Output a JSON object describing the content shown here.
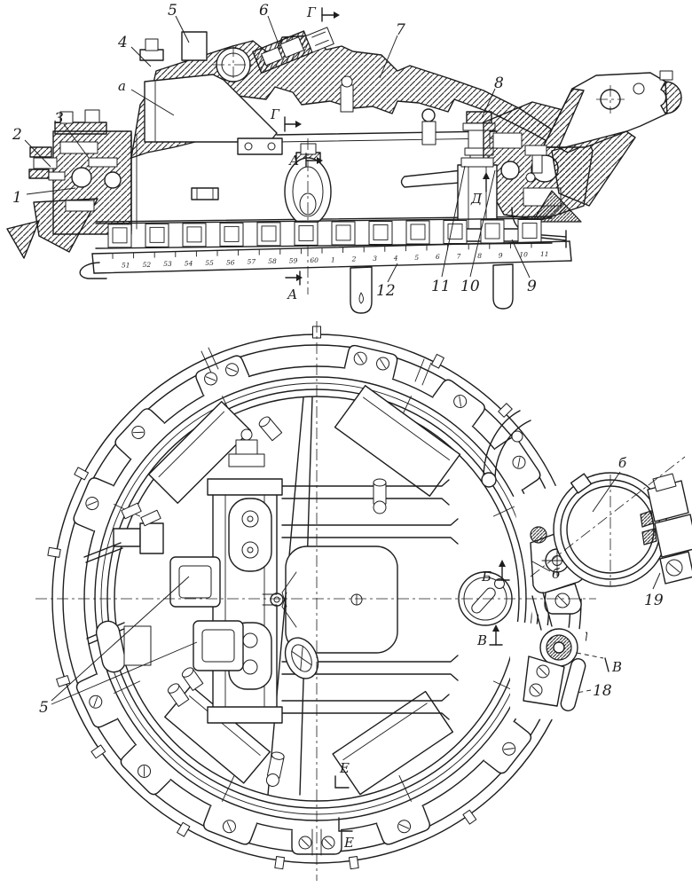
{
  "colors": {
    "ink": "#1d1d1d",
    "paper": "#ffffff"
  },
  "section_view": {
    "callouts": {
      "c1": "1",
      "c2": "2",
      "c3": "3",
      "c4": "4",
      "c5": "5",
      "c6": "6",
      "c7": "7",
      "c8": "8",
      "c9": "9",
      "c10": "10",
      "c11": "11",
      "c12": "12"
    },
    "letters": {
      "a_part": "а",
      "g_top": "Г",
      "g_mid": "Г",
      "a_top": "А",
      "a_bottom": "А",
      "d_mark": "Д"
    },
    "scale_ticks": [
      "51",
      "52",
      "53",
      "54",
      "55",
      "56",
      "57",
      "58",
      "59",
      "60",
      "1",
      "2",
      "3",
      "4",
      "5",
      "6",
      "7",
      "8",
      "9",
      "10",
      "11"
    ]
  },
  "plan_view": {
    "callouts": {
      "c5": "5",
      "c18": "18",
      "c19": "19"
    },
    "letters": {
      "b_ring": "б",
      "b_section": "Б",
      "b_pivot": "б",
      "v_left": "В",
      "v_right": "В",
      "e_top": "Е",
      "e_bottom": "Е"
    }
  }
}
